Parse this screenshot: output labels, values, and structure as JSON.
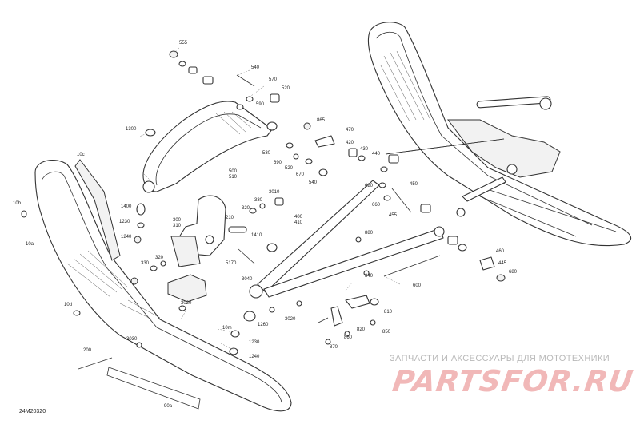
{
  "diagram_code": "24M20320",
  "watermark": {
    "tagline": "ЗАПЧАСТИ И АКСЕССУАРЫ ДЛЯ МОТОТЕХНИКИ",
    "logo": "PARTSFOR.RU"
  },
  "callouts": [
    "555",
    "540",
    "570",
    "520",
    "590",
    "1300",
    "500",
    "510",
    "865",
    "470",
    "420",
    "430",
    "440",
    "530",
    "690",
    "520",
    "670",
    "540",
    "10c",
    "1400",
    "1230",
    "1240",
    "300",
    "310",
    "210",
    "320",
    "330",
    "3010",
    "400",
    "410",
    "620",
    "660",
    "450",
    "455",
    "10b",
    "10a",
    "1410",
    "880",
    "460",
    "445",
    "680",
    "330",
    "320",
    "5170",
    "3040",
    "840",
    "10d",
    "3020",
    "3020",
    "810",
    "600",
    "10m",
    "1260",
    "1230",
    "1240",
    "820",
    "850",
    "860",
    "870",
    "200",
    "3030",
    "90a"
  ]
}
